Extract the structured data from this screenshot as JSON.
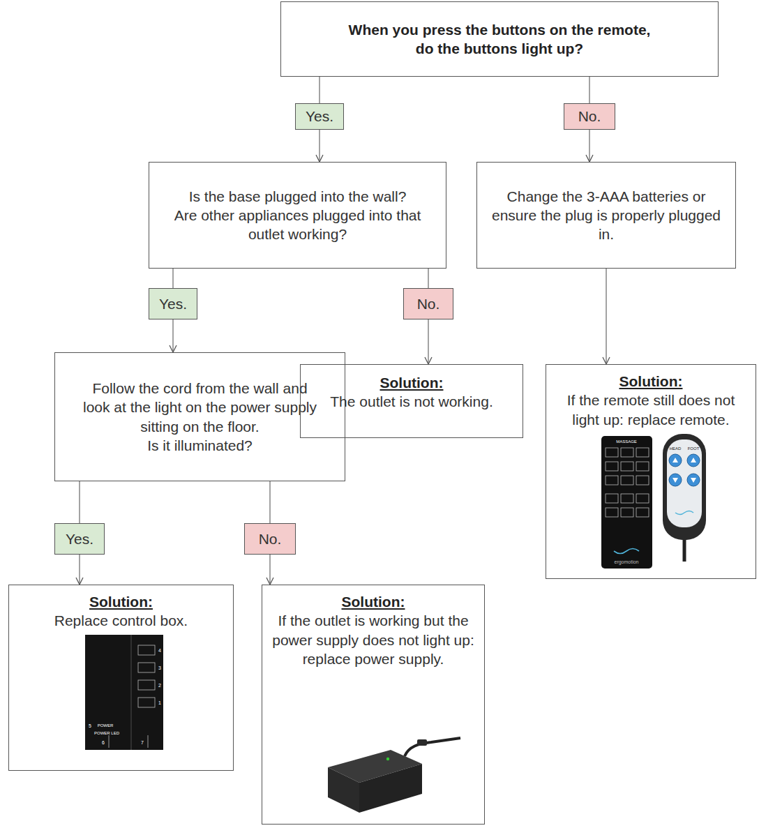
{
  "diagram": {
    "nodes": [
      {
        "text": [
          "When you press the buttons on the remote, do the buttons light up?"
        ]
      },
      {
        "text": [
          "Yes."
        ]
      },
      {
        "text": [
          "No."
        ]
      },
      {
        "text": [
          "Is the base plugged into the wall?",
          "Are other appliances plugged into that outlet working?"
        ]
      },
      {
        "text": [
          "Change the 3-AAA batteries or ensure the plug is properly plugged in."
        ]
      },
      {
        "text": [
          "Yes."
        ]
      },
      {
        "text": [
          "No."
        ]
      },
      {
        "text": [
          "Follow the cord from the wall and look at the light on the power supply sitting on the floor.",
          "Is it illuminated?"
        ]
      },
      {
        "text": [
          "Solution:",
          "The outlet is not working."
        ]
      },
      {
        "text": [
          "Solution:",
          "If the remote still does not light up: replace remote."
        ]
      },
      {
        "text": [
          "Yes."
        ]
      },
      {
        "text": [
          "No."
        ]
      },
      {
        "text": [
          "Solution:",
          "Replace control box."
        ]
      },
      {
        "text": [
          "Solution:",
          "If the outlet is working but the power supply does not light up: replace power supply."
        ]
      }
    ],
    "edges": [
      {
        "from": 0,
        "to": 1,
        "arrow": "none"
      },
      {
        "from": 0,
        "to": 2,
        "arrow": "none"
      },
      {
        "from": 1,
        "to": 3,
        "arrow": "to"
      },
      {
        "from": 2,
        "to": 4,
        "arrow": "to"
      },
      {
        "from": 3,
        "to": 5,
        "arrow": "none"
      },
      {
        "from": 3,
        "to": 6,
        "arrow": "none"
      },
      {
        "from": 5,
        "to": 7,
        "arrow": "to"
      },
      {
        "from": 6,
        "to": 8,
        "arrow": "to"
      },
      {
        "from": 4,
        "to": 9,
        "arrow": "to"
      },
      {
        "from": 7,
        "to": 10,
        "arrow": "none"
      },
      {
        "from": 7,
        "to": 11,
        "arrow": "none"
      },
      {
        "from": 10,
        "to": 12,
        "arrow": "to"
      },
      {
        "from": 11,
        "to": 13,
        "arrow": "to"
      }
    ],
    "labels": [
      "MASSAGE",
      "HEAD",
      "FOOT",
      "ergomotion",
      "4",
      "3",
      "2",
      "1",
      "5",
      "POWER",
      "POWER LED",
      "6",
      "7"
    ]
  }
}
